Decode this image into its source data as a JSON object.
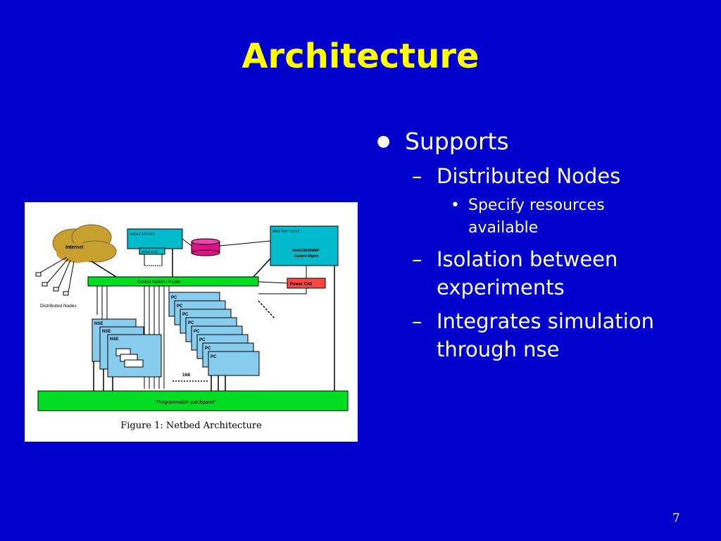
{
  "slide": {
    "title": "Architecture",
    "page_number": "7"
  },
  "bullets": {
    "l1": {
      "marker": "●",
      "text": "Supports"
    },
    "distributed": {
      "marker": "–",
      "text": "Distributed Nodes"
    },
    "specify": {
      "marker": "•",
      "text": "Specify resources available"
    },
    "isolation": {
      "marker": "–",
      "text": "Isolation between experiments"
    },
    "integrates": {
      "marker": "–",
      "text": "Integrates simulation through nse"
    }
  },
  "figure": {
    "internet": "Internet",
    "distributed_nodes": "Distributed Nodes",
    "usershost": "usershost",
    "serial_links": "Serial Links",
    "masterhost": "masterhost",
    "masterhost_sub1": "Web/DB/SNMP",
    "masterhost_sub2": "Switch Mgmt",
    "control_switch": "Control Switch / Router",
    "power_cntl": "Power Cntl",
    "nse": "NSE",
    "pc": "PC",
    "count": "168",
    "patchpanel": "\"Programmable patchpanel\"",
    "caption": "Figure 1: Netbed Architecture"
  },
  "colors": {
    "background": "#0000cc",
    "title": "#ffff00",
    "switch_green": "#00dd22",
    "box_cyan": "#00bbcc",
    "pc_blue": "#88ccee",
    "cloud": "#c8a030",
    "db_magenta": "#dd1188",
    "power_red": "#ff4444"
  }
}
